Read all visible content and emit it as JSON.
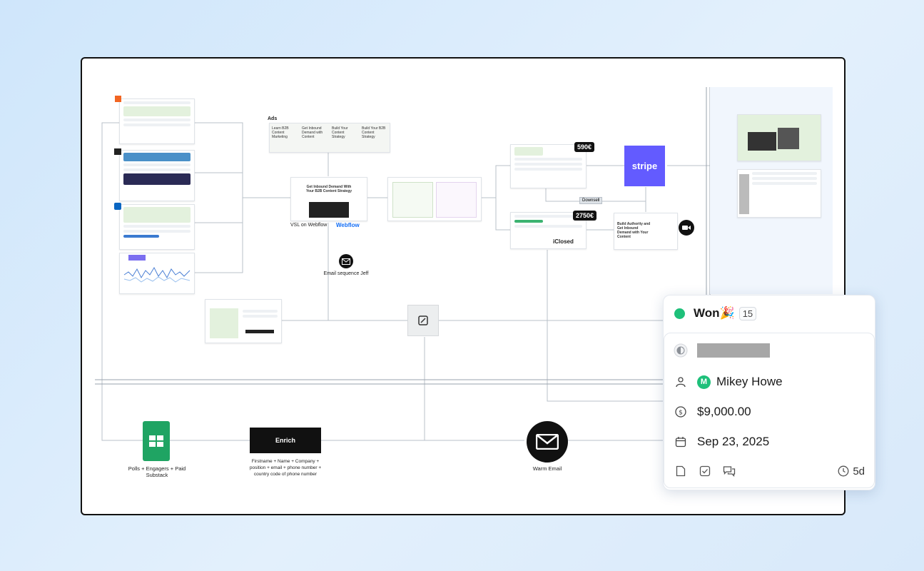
{
  "canvas": {
    "ads_label": "Ads",
    "vsl_label": "VSL on Webflow",
    "webflow_label": "Webflow",
    "email_sequence_label": "Email sequence Jeff",
    "price_1": "590€",
    "price_2": "2750€",
    "downsell_label": "Downsell",
    "stripe_label": "stripe",
    "iclosed_label": "iClosed",
    "enrich_label": "Enrich",
    "enrich_desc": "Firstname + Name + Company + position + email + phone number + country code of phone number",
    "sheets_label": "Polls + Engagers + Paid Substack",
    "warm_email_label": "Warm Email",
    "ad_texts": [
      "Learn B2B Content Marketing",
      "Get Inbound Demand with Content",
      "Build Your Content Strategy",
      "Build Your B2B Content Strategy"
    ],
    "landing_headline": "Get Inbound Demand With Your B2B Content Strategy",
    "call_headline": "Build Authority and Get Inbound Demand with Your Content"
  },
  "deal_card": {
    "status": "Won",
    "status_emoji": "🎉",
    "count": "15",
    "owner": "Mikey Howe",
    "owner_initial": "M",
    "amount": "$9,000.00",
    "date": "Sep 23, 2025",
    "age": "5d",
    "status_color": "#1ec07a"
  }
}
